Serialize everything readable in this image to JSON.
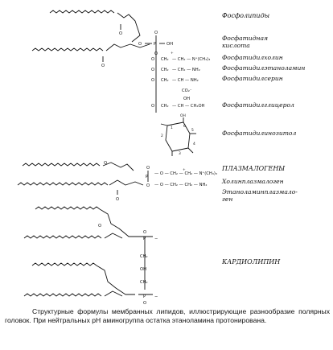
{
  "labels": {
    "phospholipids": "Фосфолипиды",
    "phosphatidic_acid_1": "Фосфатидная",
    "phosphatidic_acid_2": "кислота",
    "phosphatidylcholine": "Фосфатидилхолин",
    "phosphatidylethanolamine": "Фосфатидилэтаноламин",
    "phosphatidylserine": "Фосфатидилсерин",
    "phosphatidylglycerol": "Фосфатидилглицерол",
    "phosphatidylinositol": "Фосфатидилинозитол",
    "plasmalogens": "ПЛАЗМАЛОГЕНЫ",
    "choline_plasmalogen": "Холинплазмалоген",
    "ethanolamine_plasmalogen_1": "Этаноламинплазмало-",
    "ethanolamine_plasmalogen_2": "ген",
    "cardiolipin": "КАРДИОЛИПИН"
  },
  "chem": {
    "O": "O",
    "OH": "OH",
    "P": "P",
    "plus": "+",
    "ch2": "CH₂",
    "o_ch2": "O",
    "choline_tail": "— CH₂ — N⁺(CH₃)₃",
    "ethanolamine_tail": "— CH₂ — NH₂",
    "serine_tail": "— CH — NH₂",
    "co2": "CO₂⁻",
    "glycerol_tail": "— CH — CH₂OH",
    "oh_mid": "OH",
    "ring_1": "1",
    "ring_2": "2",
    "ring_3": "3",
    "ring_4": "4",
    "ring_5": "5",
    "ring_6": "6",
    "plasmalogen_choline_tail": "— O — CH₂ — CH₂ — N⁺(CH₃)₃",
    "plasmalogen_ethanolamine_tail": "— O — CH₂ — CH₂ — NH₂",
    "minus": "−"
  },
  "caption": "Структурные формулы мембранных липидов, иллюстрирующие разнообразие полярных головок. При нейтральных рН аминогруппа остатка этаноламина протонирована."
}
